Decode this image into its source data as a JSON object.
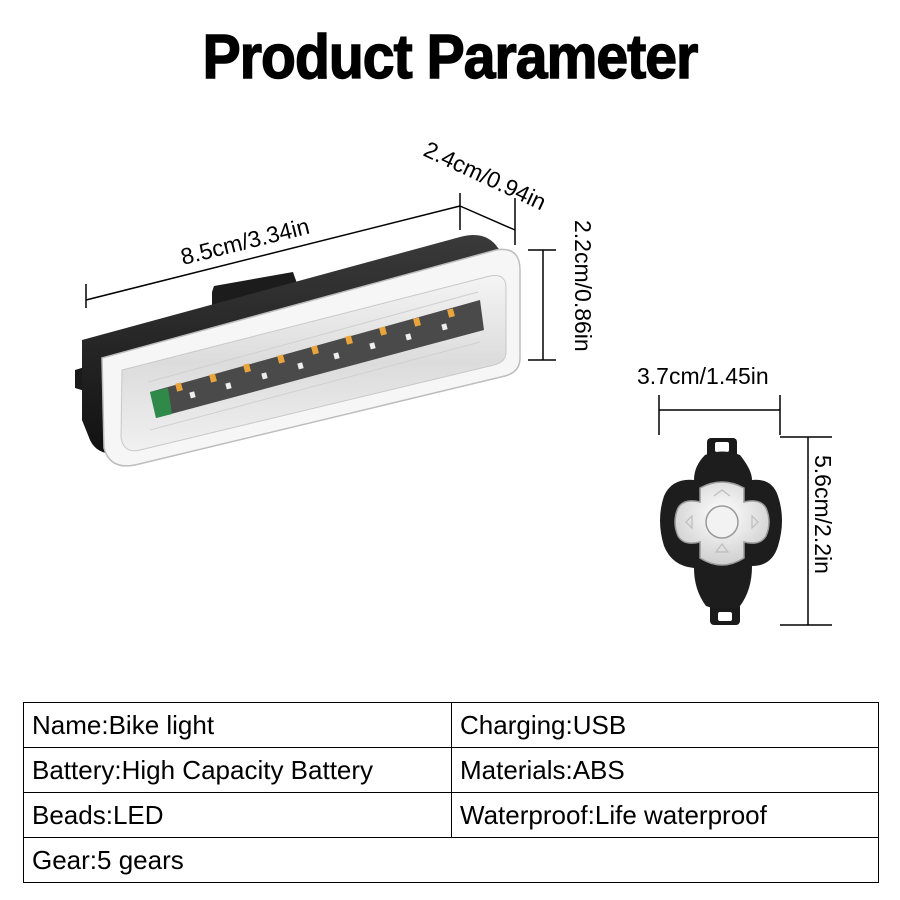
{
  "title": "Product Parameter",
  "dimensions": {
    "light_length": "8.5cm/3.34in",
    "light_depth": "2.4cm/0.94in",
    "light_height": "2.2cm/0.86in",
    "remote_width": "3.7cm/1.45in",
    "remote_height": "5.6cm/2.2in"
  },
  "specs": {
    "rows": [
      [
        "Name:Bike light",
        "Charging:USB"
      ],
      [
        "Battery:High Capacity Battery",
        "Materials:ABS"
      ],
      [
        "Beads:LED",
        "Waterproof:Life waterproof"
      ],
      [
        "Gear:5 gears"
      ]
    ]
  }
}
